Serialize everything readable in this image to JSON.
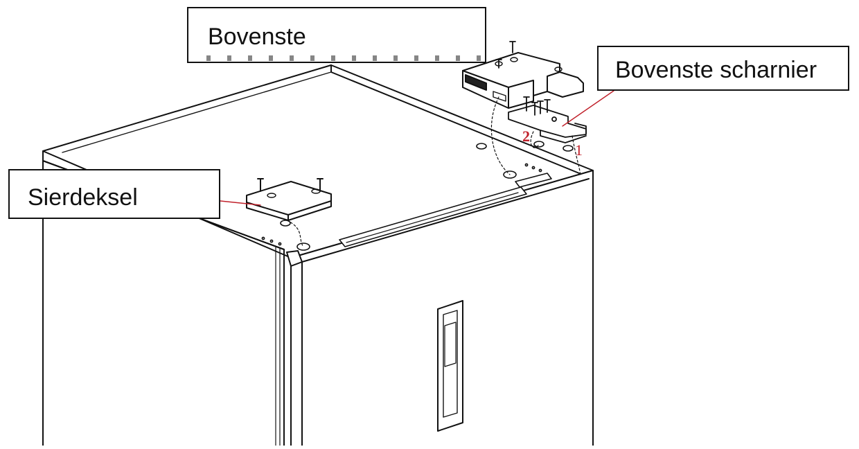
{
  "labels": {
    "top_cover": "Bovenste",
    "top_hinge": "Bovenste scharnier",
    "decorative_cover": "Sierdeksel"
  },
  "step_numbers": {
    "first": "1",
    "second": "2"
  },
  "colors": {
    "line": "#111111",
    "leader": "#c0202a",
    "background": "#ffffff"
  }
}
